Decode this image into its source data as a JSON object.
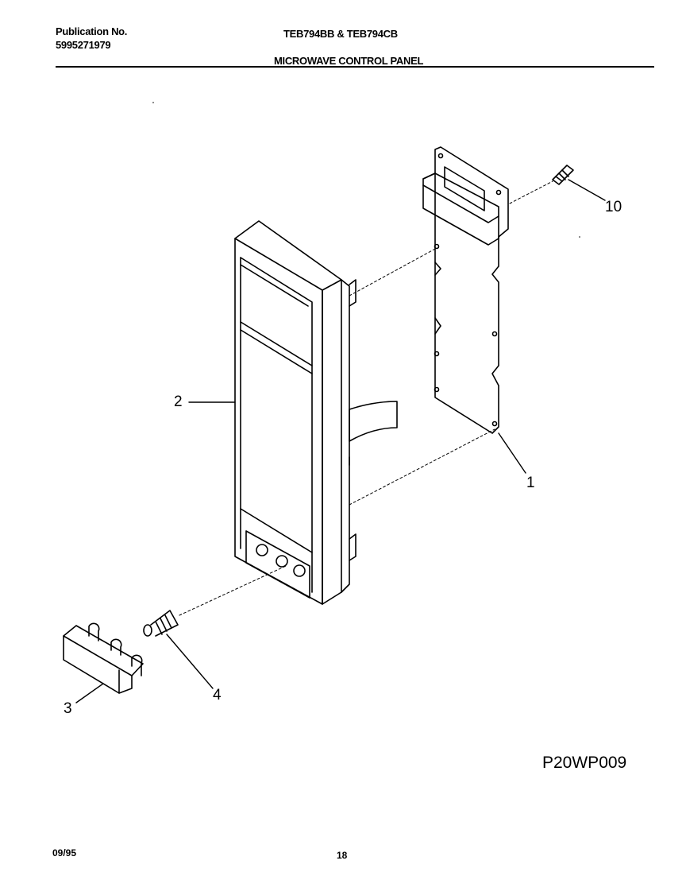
{
  "header": {
    "publication_label": "Publication No.",
    "publication_number": "5995271979",
    "models": "TEB794BB & TEB794CB",
    "section_title": "MICROWAVE CONTROL PANEL"
  },
  "diagram": {
    "callouts": [
      {
        "id": "10",
        "label": "10"
      },
      {
        "id": "2",
        "label": "2"
      },
      {
        "id": "1",
        "label": "1"
      },
      {
        "id": "4",
        "label": "4"
      },
      {
        "id": "3",
        "label": "3"
      }
    ],
    "drawing_id": "P20WP009"
  },
  "footer": {
    "date": "09/95",
    "page": "18"
  }
}
